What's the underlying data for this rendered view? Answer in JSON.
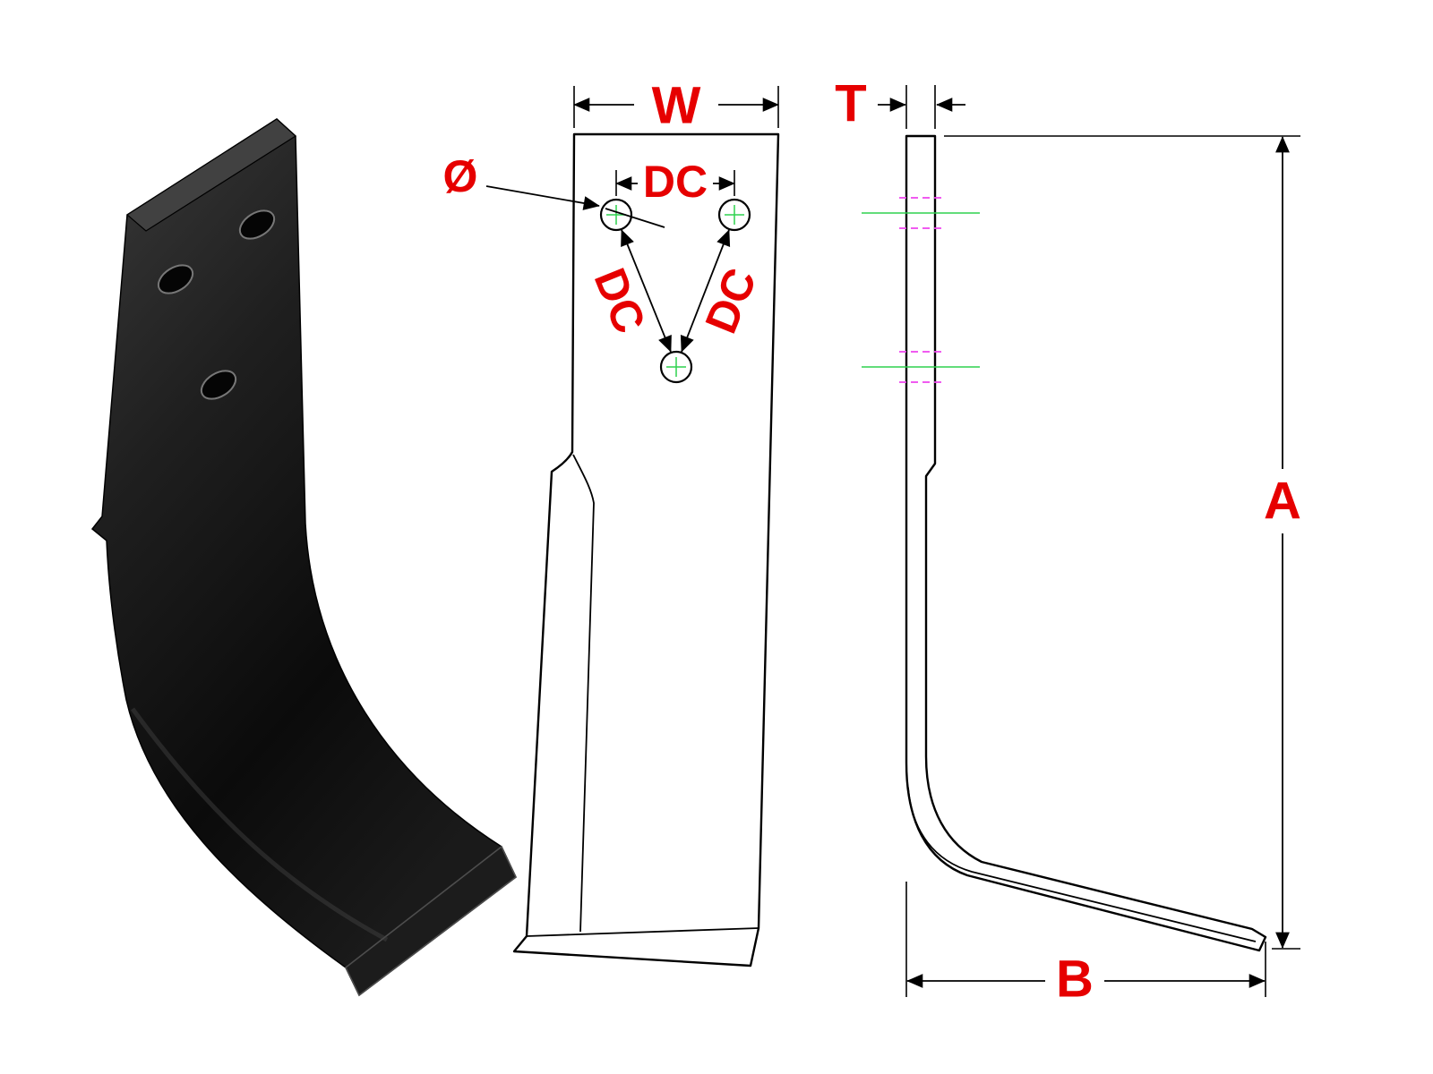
{
  "document": {
    "type": "technical-drawing",
    "subject": "L-shaped rotary tiller blade with three mounting holes, shown as photo view, front view and side view"
  },
  "colors": {
    "dimension_text": "#e60000",
    "outline": "#000000",
    "centerline_green": "#2fd24f",
    "hidden_line_magenta": "#ee44ee",
    "part_fill_dark": "#141414",
    "background": "#ffffff"
  },
  "front_view": {
    "dim_width": "W",
    "dim_diameter": "Ø",
    "dim_dc_top": "DC",
    "dim_dc_left": "DC",
    "dim_dc_right": "DC",
    "hole_count": 3
  },
  "side_view": {
    "dim_thickness": "T",
    "dim_height": "A",
    "dim_length": "B"
  }
}
